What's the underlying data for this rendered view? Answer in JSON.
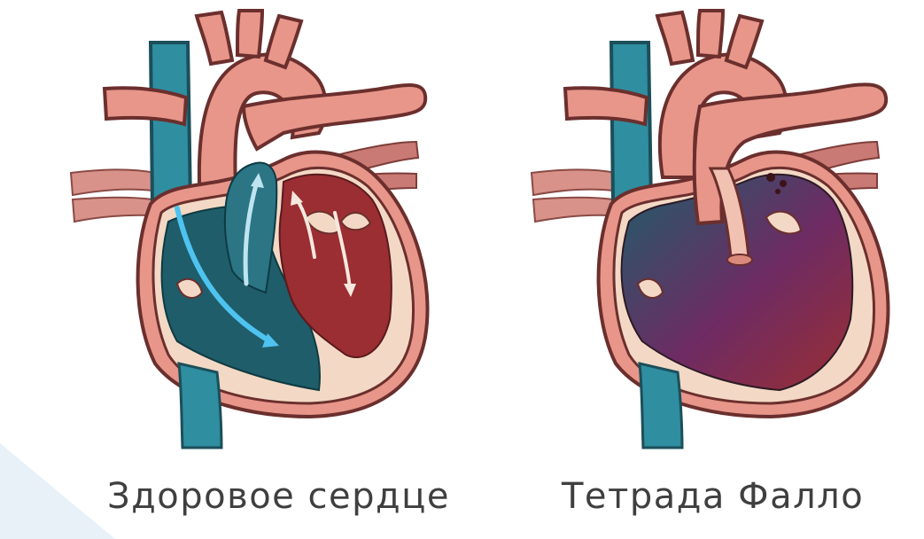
{
  "captions": {
    "healthy": "Здоровое сердце",
    "tetralogy": "Тетрада Фалло"
  },
  "colors": {
    "background": "#ffffff",
    "vein_blue": "#2f8ea0",
    "deoxygenated_chamber": "#1f5d6a",
    "arterial_pink": "#e8968a",
    "muscle_outline": "#f3d9c5",
    "oxygenated_chamber": "#9a2e33",
    "mixed_blood_purple": "#7a2a5e",
    "flow_arrow_blue": "#4fc3f0",
    "flow_arrow_light": "#f6e8de",
    "caption_text": "#3f3f3f",
    "corner_wedge": "#e8f0f8"
  },
  "icons": [
    "healthy-heart-illustration",
    "tetralogy-of-fallot-heart-illustration",
    "blood-flow-arrow"
  ]
}
